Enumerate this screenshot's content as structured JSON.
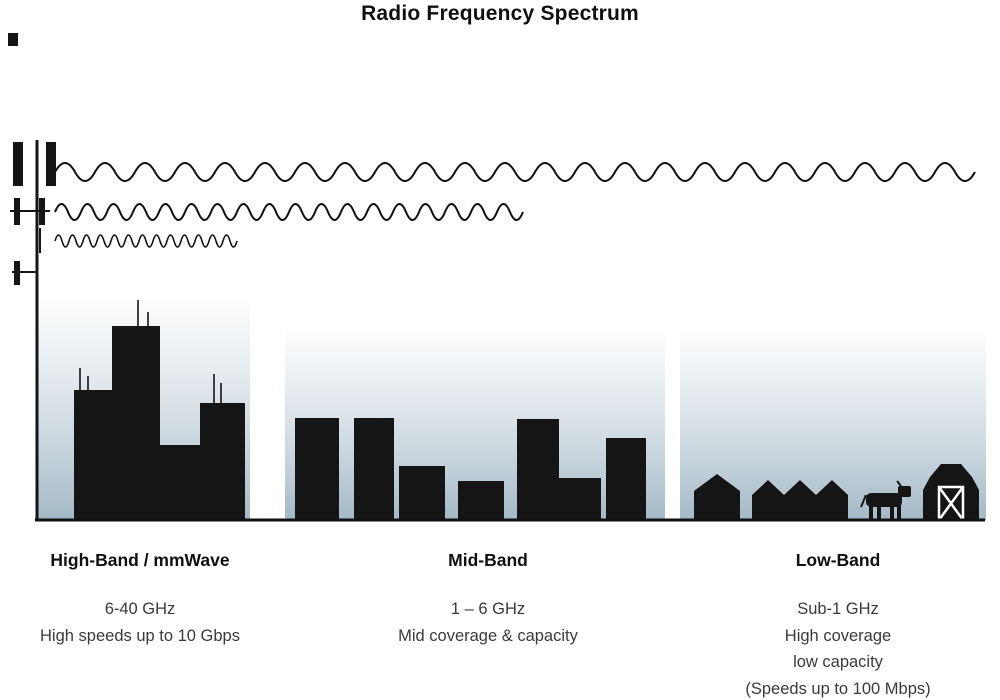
{
  "title": "Radio Frequency Spectrum",
  "bands": [
    {
      "id": "high",
      "name": "High-Band / mmWave",
      "freq": "6-40 GHz",
      "lines": [
        "High speeds up to 10 Gbps"
      ]
    },
    {
      "id": "mid",
      "name": "Mid-Band",
      "freq": "1 – 6 GHz",
      "lines": [
        "Mid coverage & capacity"
      ]
    },
    {
      "id": "low",
      "name": "Low-Band",
      "freq": "Sub-1 GHz",
      "lines": [
        "High coverage",
        "low capacity",
        "(Speeds up to 100 Mbps)"
      ]
    }
  ],
  "icons": {
    "tower": "cell-tower-icon",
    "waves": [
      "low-band-long-wavelength",
      "mid-band-medium-wavelength",
      "high-band-short-wavelength"
    ],
    "high_band_scene": "city-skyscrapers",
    "mid_band_scene": "town-buildings",
    "low_band_scene": "houses-cow-barn"
  },
  "colors": {
    "silhouette": "#151515",
    "sky_gradient_bottom": "#a3b9c6",
    "heading_text": "#101010",
    "body_text": "#3a3a3a"
  }
}
